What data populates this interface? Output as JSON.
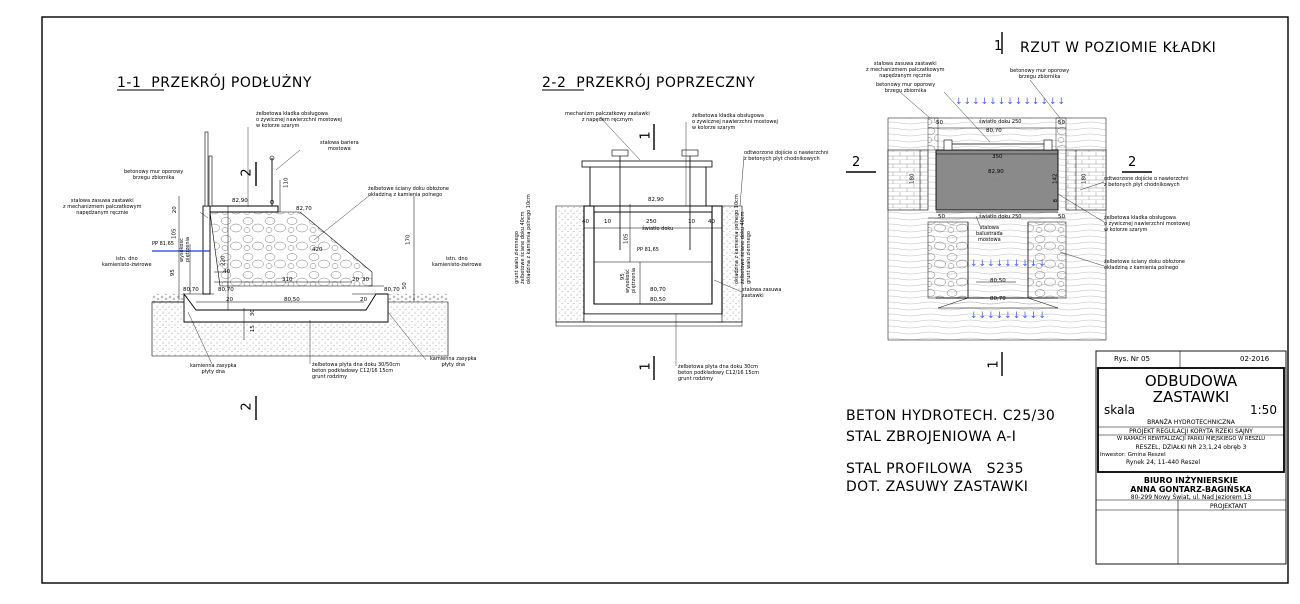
{
  "sections": {
    "s11": {
      "num": "1-1",
      "title": "PRZEKRÓJ PODŁUŻNY"
    },
    "s22": {
      "num": "2-2",
      "title": "PRZEKRÓJ POPRZECZNY"
    },
    "plan": {
      "num": "1",
      "title": "RZUT W POZIOMIE KŁADKI"
    }
  },
  "markers": {
    "one": "1",
    "two": "2"
  },
  "s11_labels": {
    "kladka": "żelbetowa kładka obsługowa\no zywicznej nawierzchni mostowej\nw kolorze szarym",
    "bariera": "stalowa bariera\nmostowa",
    "mur": "betonowy mur oporowy\nbrzegu zbiornika",
    "zasuwa": "stalowa zasuwa zastawki\nz mechanizmem palczatkowym\nnapędzanym ręcznie",
    "pp": "PP 81,65",
    "dno_l": "istn. dno\nkamienisto-żwirowe",
    "dno_r": "istn. dno\nkamienisto-żwirowe",
    "sciany": "żelbetowe ściany doku obłożone\nokładziną z kamienia polnego",
    "zasypka_l": "kamienna zasypka\npłyty dna",
    "zasypka_r": "kamienna zasypka\npłyty dna",
    "plyta": "żelbetowa płyta dna doku 30/50cm\nbeton podkładowy C12/16 15cm\ngrunt rodzimy",
    "wys": "wysokość\npiętrzenia"
  },
  "s11_dims": {
    "d82_90": "82,90",
    "d82_70": "82,70",
    "d110": "110",
    "d20a": "20",
    "d170": "170",
    "d105": "105",
    "d420": "420",
    "d220": "220",
    "d95": "95",
    "d40": "40",
    "d80_70a": "80,70",
    "d80_70b": "80,70",
    "d80_70c": "80,70",
    "d20b": "20",
    "d30": "30",
    "d310": "310",
    "d80_50": "80,50",
    "d50": "50",
    "d15": "15",
    "d30b": "30",
    "d20c": "20",
    "d20d": "20"
  },
  "s22_labels": {
    "mech": "mechanizm palczatkowy zastawki\nz napędem ręcznym",
    "kladka": "żelbetowa kładka obsługowa\no zywicznej nawierzchni mostowej\nw kolorze szarym",
    "dojscie": "odtworzone dojście o nawierzchni\nz betonych płyt chodnikowych",
    "grunt_l": "grunt wału ziemnego\nżelbetowe ściane doku 40cm\nokładzina z kamienia polnego 10cm",
    "grunt_r": "okładzina z kamienia polnego 10cm\nżelbetowe ściane doku 40cm\ngrunt wału ziemnego",
    "zasuwa": "stalowa zasuwa\nzastawki",
    "plyta": "żelbetowa płyta dna doku 30cm\nbeton podkładowy C12/16 15cm\ngrunt rodzimy",
    "swiatlo": "światło doku",
    "pp": "PP 81,65",
    "wys": "wysokość\npiętrzenia"
  },
  "s22_dims": {
    "d82_90": "82,90",
    "d40a": "40",
    "d10a": "10",
    "d250": "250",
    "d10b": "10",
    "d40b": "40",
    "d105": "105",
    "d95": "95",
    "d80_70": "80,70",
    "d80_50": "80,50"
  },
  "plan_labels": {
    "zasuwa": "stalowa zasuwa zastawki\nz mechanizmem palczatkowym\nnapędzanym ręcznie",
    "mur_top": "betonowy mur oporowy\nbrzegu zbiornika",
    "mur_left": "betonowy mur oporowy\nbrzegu zbiornika",
    "dojscie": "odtworzone dojście o nawierzchni\nz betonych płyt chodnikowych",
    "kladka": "żelbetowa kładka obsługowa\no zywicznej nawierzchni mostowej\nw kolorze szarym",
    "sciany": "żelbetowe ściany doku obłożone\nokładziną z kamienia polnego",
    "balustrada": "stalowa\nbalustrada\nmostowa",
    "swiatlo_top": "światło doku 250",
    "swiatlo_bot": "światło doku 250"
  },
  "plan_dims": {
    "d50a": "50",
    "d50b": "50",
    "d80_70a": "80,70",
    "d350": "350",
    "d82_90": "82,90",
    "d180a": "180",
    "d180b": "180",
    "d142": "142",
    "d8": "8",
    "d50c": "50",
    "d50d": "50",
    "d80_50": "80,50",
    "d80_70b": "80,70"
  },
  "specs": {
    "line1": "BETON HYDROTECH. C25/30",
    "line2": "STAL ZBROJENIOWA A-I",
    "line3": "STAL PROFILOWA   S235",
    "line4": "DOT. ZASUWY ZASTAWKI"
  },
  "title_block": {
    "rys": "Rys. Nr 05",
    "date": "02-2016",
    "title1": "ODBUDOWA",
    "title2": "ZASTAWKI",
    "skala_label": "skala",
    "skala": "1:50",
    "branza": "BRANŻA HYDROTECHNICZNA",
    "proj1": "PROJEKT REGULACJI KORYTA RZEKI SAJNY",
    "proj2": "W RAMACH REWITALIZACJI PARKU MIEJSKIEGO W RESZLU",
    "proj3": "RESZEL, DZIAŁKI NR 23,1,24 obręb 3",
    "inwestor": "Inwestor: Gmina Reszel",
    "adres": "Rynek 24, 11-440 Reszel",
    "biuro1": "BIURO INŻYNIERSKIE",
    "biuro2": "ANNA GONTARZ-BAGIŃSKA",
    "biuro3": "80-299 Nowy Świat, ul. Nad Jeziorem 13",
    "projektant": "PROJEKTANT"
  },
  "colors": {
    "pp_line": "#1a3fd6",
    "water_arrows": "#4a5cff",
    "plan_fill": "#888888"
  }
}
